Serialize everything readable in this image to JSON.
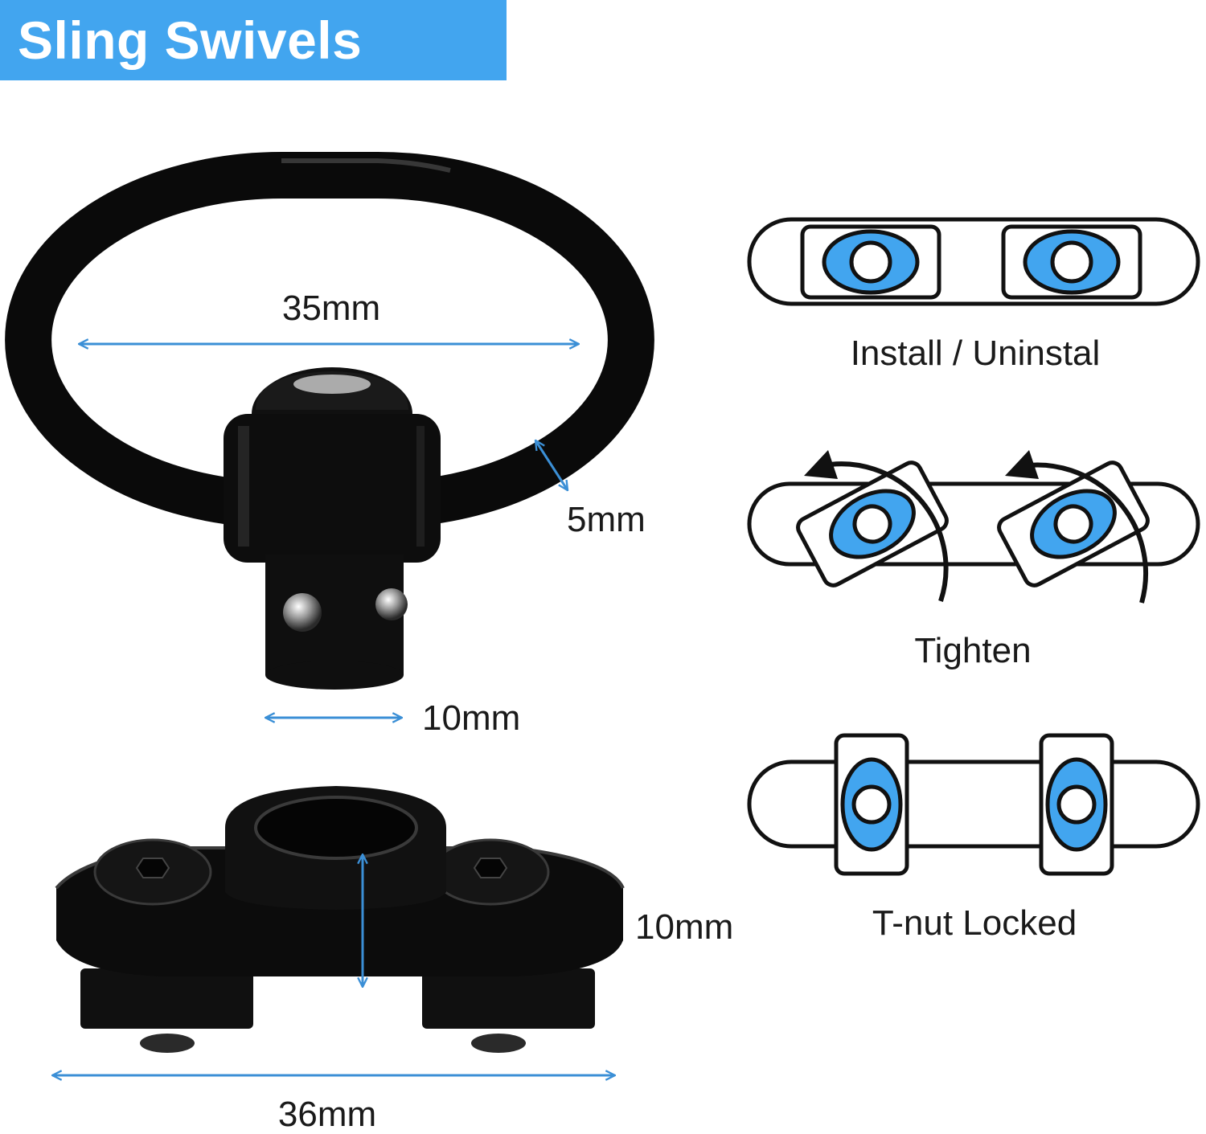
{
  "title": "Sling Swivels",
  "colors": {
    "banner": "#42a5ef",
    "accent": "#42a5ef",
    "dimension_line": "#3b8fd6",
    "metal": "#0d0d0d",
    "outline": "#111111"
  },
  "swivel": {
    "loop_width": "35mm",
    "loop_thickness": "5mm",
    "stud_diameter": "10mm"
  },
  "mount": {
    "height": "10mm",
    "length": "36mm"
  },
  "steps": [
    {
      "label": "Install / Uninstal",
      "icon": "t-nut-aligned-icon"
    },
    {
      "label": "Tighten",
      "icon": "t-nut-rotating-icon"
    },
    {
      "label": "T-nut Locked",
      "icon": "t-nut-locked-icon"
    }
  ]
}
